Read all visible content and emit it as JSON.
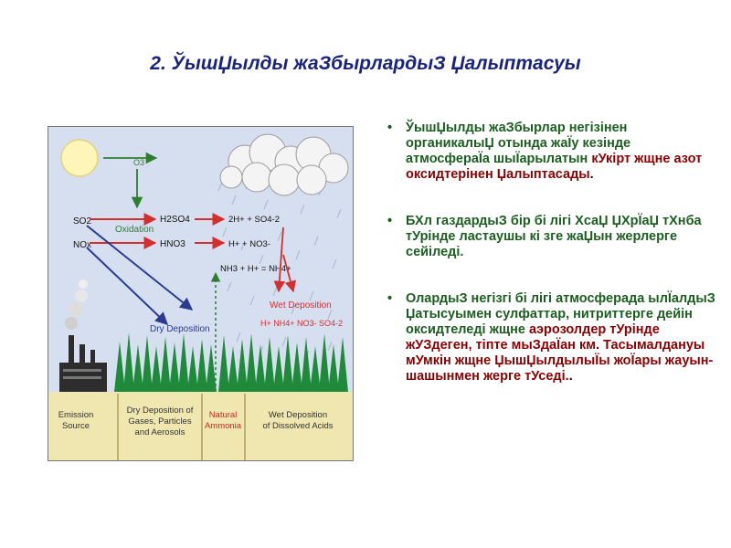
{
  "slide": {
    "title": "2. ЎышЏылды жаЗбырлардыЗ Џалыптасуы"
  },
  "diagram": {
    "o3": "O3",
    "oxidation": "Oxidation",
    "so2": "SO2",
    "nox": "NOx",
    "h2so4": "H2SO4",
    "hno3": "HNO3",
    "h_so4_eq": "2H+  +  SO4-2",
    "h_no3_eq": "H+  +  NO3-",
    "nh_eq": "NH3  +  H+  =  NH4+",
    "wet_deposition": "Wet Deposition",
    "wet_ions": "H+  NH4+  NO3-  SO4-2",
    "dry_deposition": "Dry Deposition",
    "captions": {
      "emission_1": "Emission",
      "emission_2": "Source",
      "dry_1": "Dry Deposition of",
      "dry_2": "Gases, Particles",
      "dry_3": "and Aerosols",
      "nat_1": "Natural",
      "nat_2": "Ammonia",
      "wet_1": "Wet Deposition",
      "wet_2": "of Dissolved Acids"
    },
    "colors": {
      "sky": "#d6dff0",
      "ground": "#f0e7b0",
      "tree": "#1f8a3a",
      "blue": "#2b3a8f",
      "red": "#d32f2f",
      "green": "#2e7d32"
    }
  },
  "bullets": [
    {
      "part1": "ЎышЏылды жаЗбырлар негізінен органикалыЏ отында жаЇу кезінде атмосфераЇа шыЇарылатын ",
      "highlight": "кУкірт жщне азот оксидтерінен Џалыптасады",
      "part2": "."
    },
    {
      "text": "БХл газдардыЗ бір бі лігі ХсаЏ ЏХрЇаЏ тХнба тУрінде ластаушы кі зге жаЏын жерлерге сейіледі."
    },
    {
      "part1": "ОлардыЗ негізгі бі лігі атмосферада ылЇалдыЗ Џатысуымен сулфаттар, нитриттерге дейін оксидтеледі жщне ",
      "highlight": "аэрозолдер тУрінде жУЗдеген, тіпте мыЗдаЇан км. Тасымалдануы мУмкін жщне ЏышЏылдылыЇы жоЇары жауын-шашынмен жерге тУседі.",
      "part2": "."
    }
  ]
}
